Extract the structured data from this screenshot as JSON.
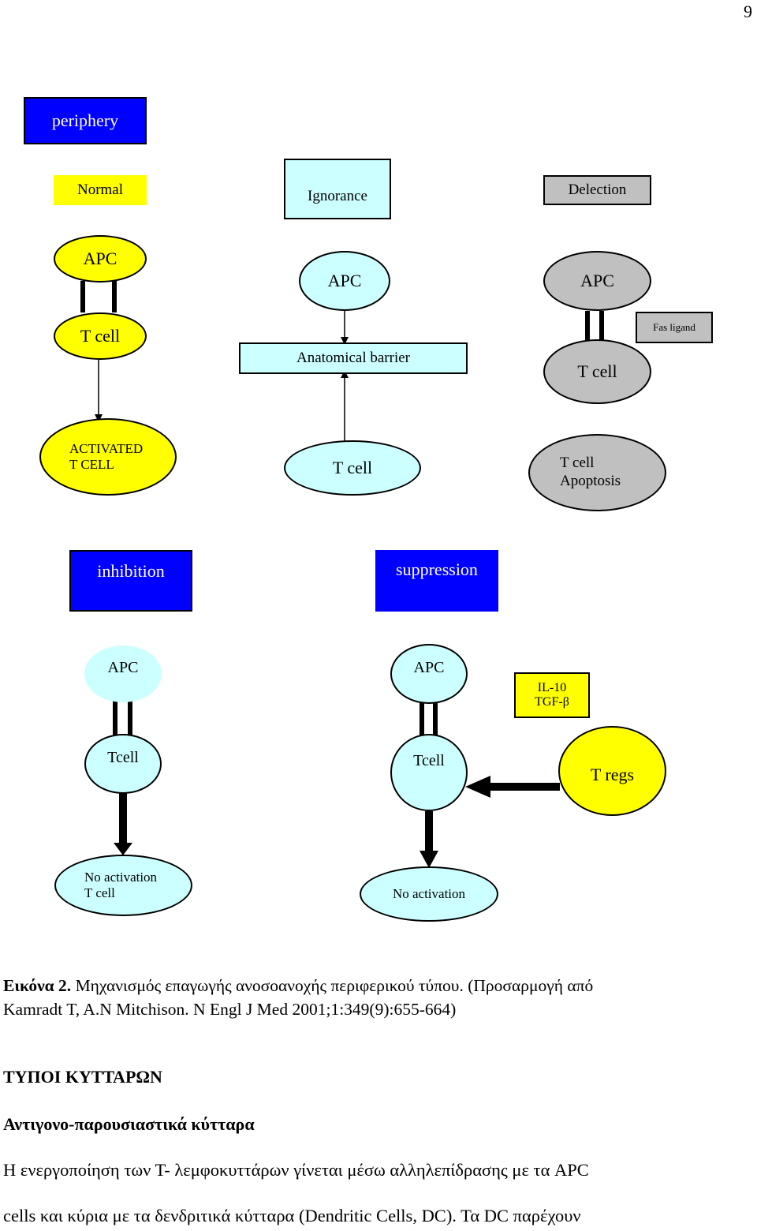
{
  "page_number": "9",
  "diagram": {
    "periphery": "periphery",
    "normal": "Normal",
    "ignorance": "Ignorance",
    "deletion": "Delection",
    "col1_apc": "APC",
    "col1_tcell": "T cell",
    "col2_apc": "APC",
    "anatomical_barrier": "Anatomical barrier",
    "col3_apc": "APC",
    "fas_ligand": "Fas ligand",
    "col3_tcell": "T cell",
    "activated_line1": "ACTIVATED",
    "activated_line2": "T CELL",
    "col2_result": "T cell",
    "apoptosis_line1": "T cell",
    "apoptosis_line2": "Apoptosis",
    "inhibition": "inhibition",
    "suppression": "suppression",
    "inh_apc": "APC",
    "inh_tcell": "Tcell",
    "sup_apc": "APC",
    "cytokine_line1": "IL-10",
    "cytokine_line2": "TGF-β",
    "sup_tcell": "Tcell",
    "tregs": "T regs",
    "noact1_line1": "No activation",
    "noact1_line2": "T cell",
    "noact2": "No activation"
  },
  "colors": {
    "blue": "#0000ff",
    "yellow": "#ffff00",
    "light_cyan": "#ccffff",
    "grey": "#c0c0c0"
  },
  "caption": {
    "label": "Εικόνα 2.",
    "text_line1": " Μηχανισμός επαγωγής ανοσοανοχής περιφερικού τύπου. (Προσαρμογή από",
    "text_line2": "Kamradt T, A.N Mitchison. N Engl J Med 2001;1:349(9):655-664)"
  },
  "heading": "ΤΥΠΟΙ ΚΥΤΤΑΡΩΝ",
  "subheading": "Αντιγονο-παρουσιαστικά κύτταρα",
  "body_line1": "Η ενεργοποίηση των Τ- λεμφοκυττάρων γίνεται μέσω αλληλεπίδρασης με τα APC",
  "body_line2": "cells και κύρια με τα δενδριτικά κύτταρα (Dendritic Cells, DC). Τα DC παρέχουν"
}
